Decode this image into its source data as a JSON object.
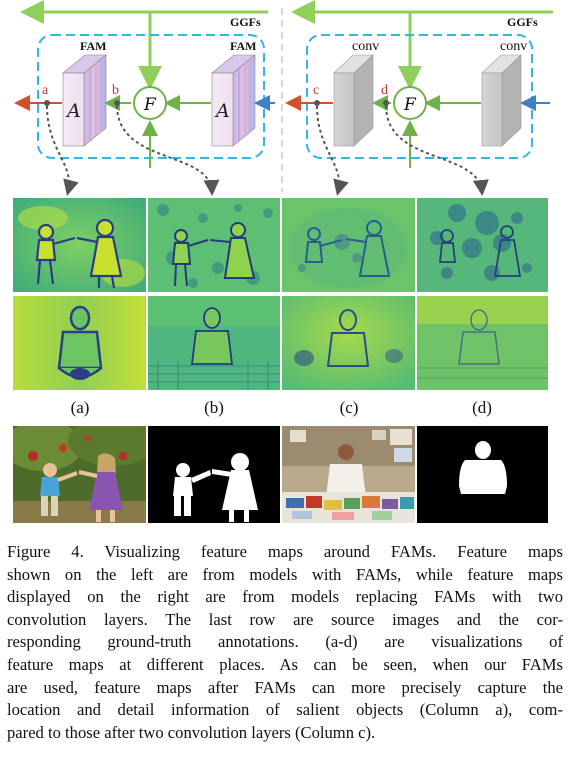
{
  "diagram": {
    "ggfs_label": "GGFs",
    "fam_label": "FAM",
    "conv_label": "conv",
    "agg_symbol": "A",
    "fuse_symbol": "F",
    "point_labels": [
      "a",
      "b",
      "c",
      "d"
    ],
    "colors": {
      "dashed_box": "#2fb7e6",
      "green_arrow": "#6fb24a",
      "ggf_arrow": "#8ed05a",
      "red_arrow": "#d2502a",
      "blue_arrow": "#3f7fc7",
      "label_red": "#c0392b"
    }
  },
  "column_labels": [
    "(a)",
    "(b)",
    "(c)",
    "(d)"
  ],
  "feature_maps": [
    {
      "name": "feature-map-a-row1",
      "content": "children with FAMs"
    },
    {
      "name": "feature-map-b-row1",
      "content": "children after FAM"
    },
    {
      "name": "feature-map-c-row1",
      "content": "children conv"
    },
    {
      "name": "feature-map-d-row1",
      "content": "children after conv"
    },
    {
      "name": "feature-map-a-row2",
      "content": "man with FAMs"
    },
    {
      "name": "feature-map-b-row2",
      "content": "man after FAM"
    },
    {
      "name": "feature-map-c-row2",
      "content": "man conv"
    },
    {
      "name": "feature-map-d-row2",
      "content": "man after conv"
    }
  ],
  "bottom_row": [
    "source-photo-children",
    "ground-truth-children",
    "source-photo-man",
    "ground-truth-man"
  ],
  "caption_lines": [
    "Figure 4. Visualizing feature maps around FAMs. Feature maps",
    "shown on the left are from models with FAMs, while feature maps",
    "displayed on the right are from models replacing FAMs with two",
    "convolution layers. The last row are source images and the cor-",
    "responding ground-truth annotations. (a-d) are visualizations of",
    "feature maps at different places. As can be seen, when our FAMs",
    "are used, feature maps after FAMs can more precisely capture the",
    "location and detail information of salient objects (Column a), com-",
    "pared to those after two convolution layers (Column c)."
  ]
}
